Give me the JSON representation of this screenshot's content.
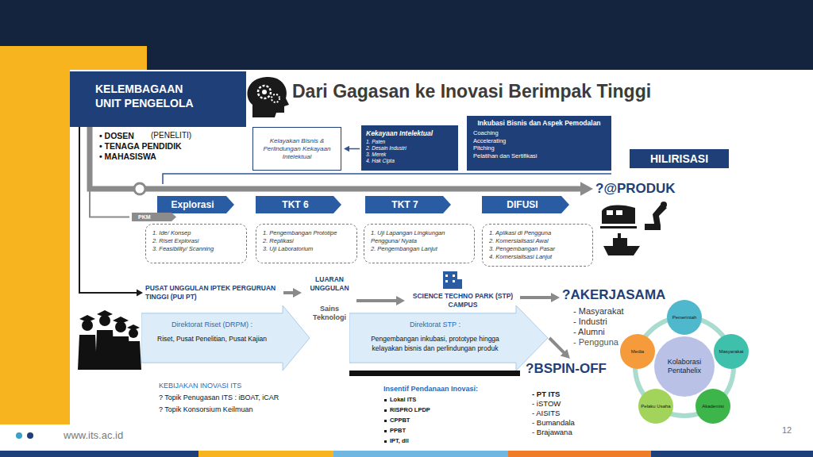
{
  "diagram": {
    "title": "Dari Gagasan ke Inovasi Berimpak Tinggi",
    "nodes": [
      {
        "text": [
          "KELEMBAGAAN UNIT PENGELOLA"
        ]
      },
      {
        "text": [
          "Kelayakan Bisnis & Perlindungan Kekayaan Intelektual"
        ]
      },
      {
        "text": [
          "Kekayaan Intelektual",
          "1. Paten",
          "2. Desain Industri",
          "3. Merek",
          "4. Hak Cipta"
        ]
      },
      {
        "text": [
          "Inkubasi Bisnis dan Aspek Pemodalan",
          "Coaching",
          "Accelerating",
          "Pitching",
          "Pelatihan dan Sertifikasi"
        ]
      },
      {
        "text": [
          "HILIRISASI"
        ]
      },
      {
        "text": [
          "?@PRODUK"
        ]
      },
      {
        "text": [
          "Explorasi"
        ]
      },
      {
        "text": [
          "TKT 6"
        ]
      },
      {
        "text": [
          "TKT 7"
        ]
      },
      {
        "text": [
          "DIFUSI"
        ]
      },
      {
        "text": [
          "PKM"
        ]
      },
      {
        "text": [
          "1. Ide/ Konsep",
          "2. Riset Explorasi",
          "3. Feasibility/ Scanning"
        ]
      },
      {
        "text": [
          "1. Pengembangan Prototipe",
          "2. Replikasi",
          "3. Uji Laboratorium"
        ]
      },
      {
        "text": [
          "1. Uji Lapangan Lingkungan Pengguna/ Nyata",
          "2. Pengembangan Lanjut"
        ]
      },
      {
        "text": [
          "1. Aplikasi di Pengguna",
          "2. Komersialisasi Awal",
          "3. Pengembangan Pasar",
          "4. Komersialisasi Lanjut"
        ]
      },
      {
        "text": [
          "PUSAT UNGGULAN IPTEK PERGURUAN TINGGI (PUI PT)"
        ]
      },
      {
        "text": [
          "LUARAN UNGGULAN",
          "Sains Teknologi"
        ]
      },
      {
        "text": [
          "SCIENCE TECHNO PARK (STP) CAMPUS"
        ]
      },
      {
        "text": [
          "?AKERJASAMA"
        ]
      },
      {
        "text": [
          "Direktorat Riset (DRPM) :",
          "Riset, Pusat Penelitian, Pusat Kajian"
        ]
      },
      {
        "text": [
          "Direktorat STP :",
          "Pengembangan inkubasi, prototype hingga kelayakan bisnis dan perlindungan produk"
        ]
      },
      {
        "text": [
          "?BSPIN-OFF"
        ]
      },
      {
        "text": [
          "Kolaborasi Pentahelix"
        ]
      },
      {
        "text": [
          "Pemerintah"
        ]
      },
      {
        "text": [
          "Masyarakat"
        ]
      },
      {
        "text": [
          "Akademisi"
        ]
      },
      {
        "text": [
          "Pelaku Usaha"
        ]
      },
      {
        "text": [
          "Media"
        ]
      }
    ],
    "edges": [
      {
        "from": 0,
        "to": 5,
        "arrow": "to"
      },
      {
        "from": 0,
        "to": 10,
        "arrow": "none"
      },
      {
        "from": 0,
        "to": 15,
        "arrow": "to"
      },
      {
        "from": 2,
        "to": 1,
        "arrow": "to"
      },
      {
        "from": 15,
        "to": 16,
        "arrow": "to"
      },
      {
        "from": 16,
        "to": 17,
        "arrow": "to"
      },
      {
        "from": 17,
        "to": 18,
        "arrow": "to"
      },
      {
        "from": 20,
        "to": 21,
        "arrow": "to"
      }
    ],
    "labels": [
      "• DOSEN",
      "(PENELITI)",
      "• TENAGA PENDIDIK",
      "• MAHASISWA",
      "- Masyarakat",
      "- Industri",
      "- Alumni",
      "- Pengguna",
      "KEBIJAKAN INOVASI ITS",
      "? Topik Penugasan ITS : iBOAT, iCAR",
      "? Topik Konsorsium Keilmuan",
      "Insentif Pendanaan Inovasi:",
      "Lokal ITS",
      "RISPRO LPDP",
      "CPPBT",
      "PPBT",
      "IPT, dll",
      "- PT ITS",
      "- iSTOW",
      "- AISITS",
      "- Bumandala",
      "- Brajawana",
      "www.its.ac.id",
      "12"
    ]
  }
}
